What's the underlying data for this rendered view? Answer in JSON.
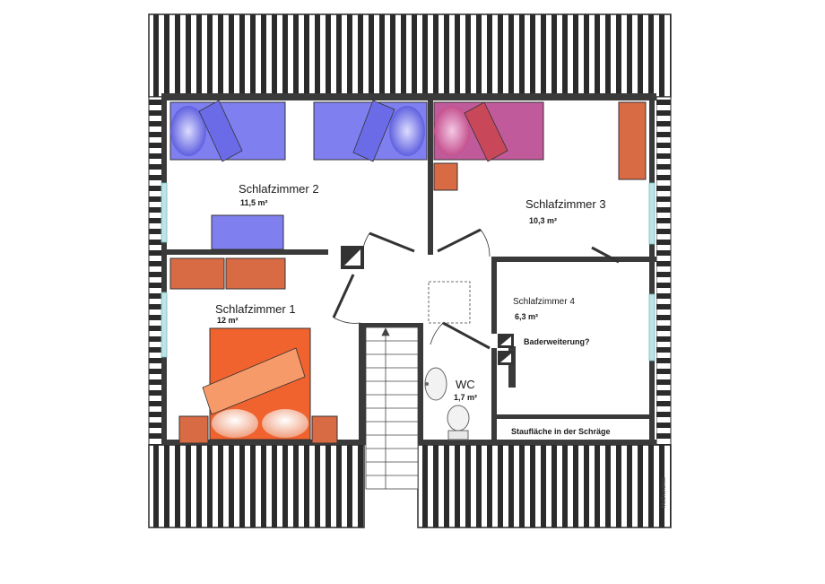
{
  "rooms": [
    {
      "id": "schlafzimmer-2",
      "name": "Schlafzimmer 2",
      "area": "11,5 m²"
    },
    {
      "id": "schlafzimmer-3",
      "name": "Schlafzimmer 3",
      "area": "10,3 m²"
    },
    {
      "id": "schlafzimmer-1",
      "name": "Schlafzimmer 1",
      "area": "12 m²"
    },
    {
      "id": "schlafzimmer-4",
      "name": "Schlafzimmer 4",
      "area": "6,3 m²"
    },
    {
      "id": "wc",
      "name": "WC",
      "area": "1,7 m²"
    }
  ],
  "notes": {
    "bath_extension": "Baderweiterung?",
    "storage": "Staufläche in der Schräge"
  },
  "credit": "McGrundriss",
  "colors": {
    "wall": "#3a3a3a",
    "furniture_orange": "#d86a44",
    "bed_blue": "#7f7ff0",
    "bed_pink": "#c05a9a",
    "bed_orange": "#f0622e",
    "window": "#bfe4e8"
  }
}
